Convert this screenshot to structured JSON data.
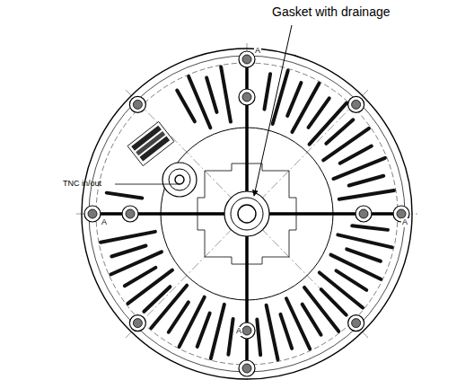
{
  "diagram": {
    "labels": [
      "Gasket with drainage",
      "TNC in/out",
      "A",
      "A",
      "A",
      "A"
    ]
  }
}
